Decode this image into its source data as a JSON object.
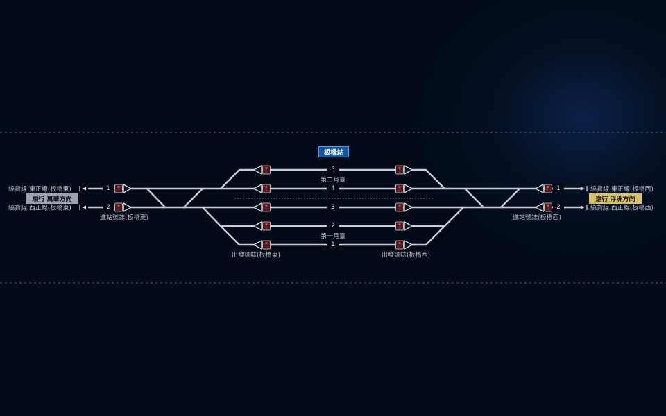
{
  "station": {
    "name": "板橋站"
  },
  "direction": {
    "left": "順行 萬華方向",
    "right": "逆行 浮洲方向"
  },
  "lines": {
    "left_upper": "繞貨線 東正線(板橋東)",
    "left_lower": "繞貨線 西正線(板橋東)",
    "right_upper": "繞貨線 東正線(板橋西)",
    "right_lower": "繞貨線 西正線(板橋西)"
  },
  "signals": {
    "entry_left": "進站號誌(板橋東)",
    "entry_right": "進站號誌(板橋西)",
    "depart_left": "出發號誌(板橋東)",
    "depart_right": "出發號誌(板橋西)"
  },
  "platforms": {
    "second": "第二月臺",
    "first": "第一月臺"
  },
  "tracks": {
    "t5": "5",
    "t4": "4",
    "t3": "3",
    "t2": "2",
    "t1": "1",
    "left_main1": "1",
    "left_main2": "2",
    "right_main1": "1",
    "right_main2": "2"
  },
  "colors": {
    "background": "#020a17",
    "track": "#c9ced6",
    "station_badge": "#0c5aa6",
    "left_badge": "#9aa3ad",
    "right_badge": "#d9c16a",
    "signal_red": "#c0392b"
  },
  "icons": [
    "arrow-left-icon",
    "arrow-right-icon",
    "signal-head-icon",
    "signal-triangle-icon"
  ]
}
